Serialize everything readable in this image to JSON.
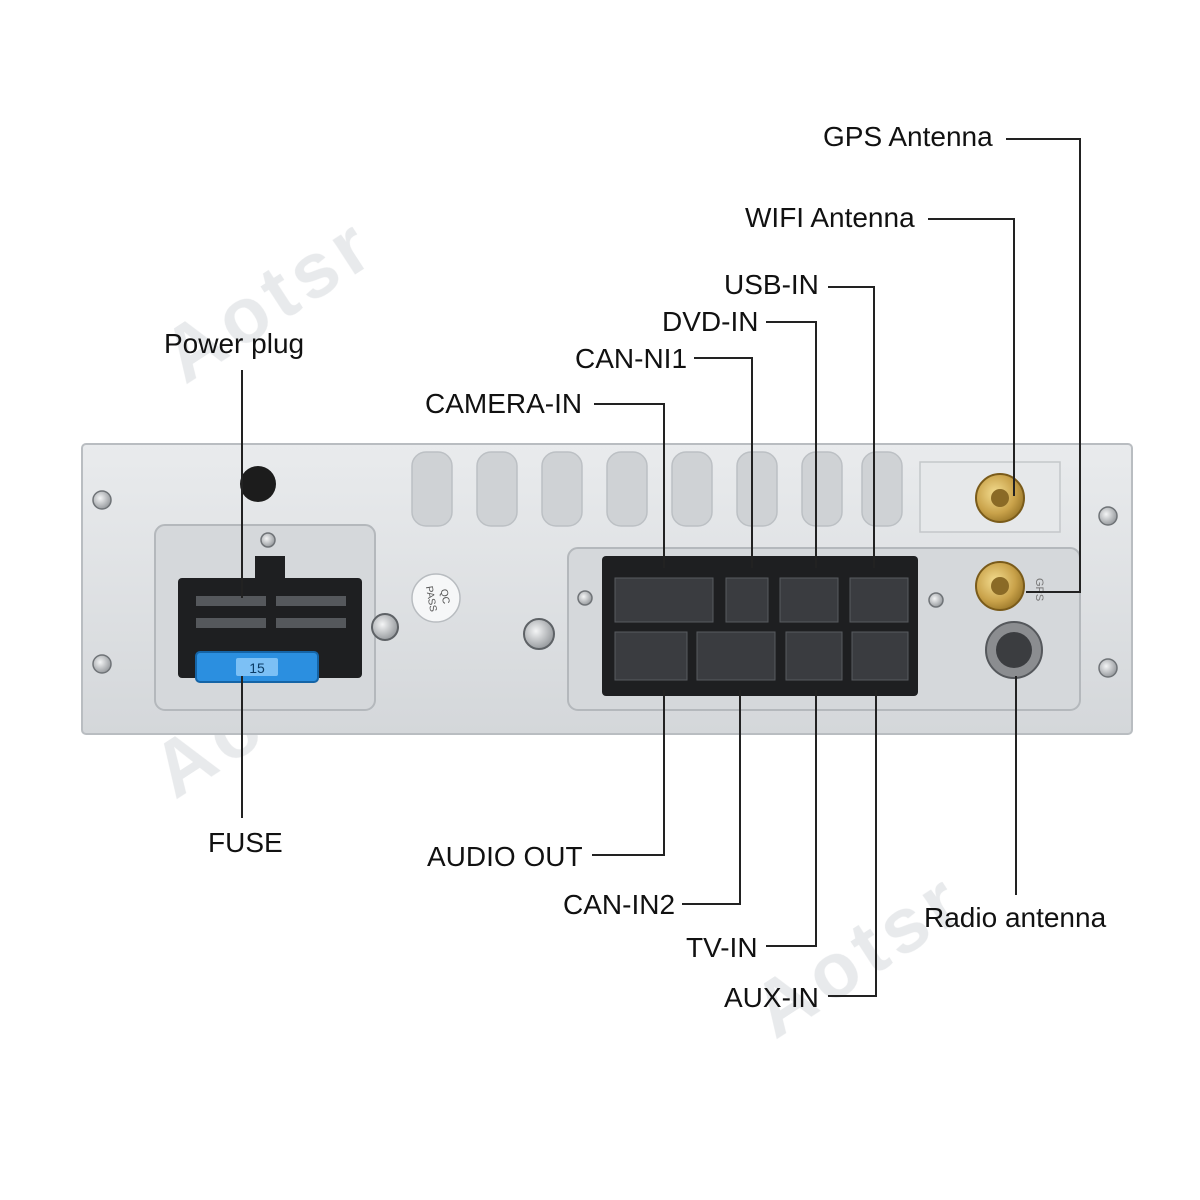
{
  "watermark": {
    "brand": "Aotsr"
  },
  "stamp": {
    "line1": "QC",
    "line2": "PASS"
  },
  "fuse": {
    "rating": "15"
  },
  "antenna_marker": {
    "text": "GPS"
  },
  "labels": {
    "gps_antenna": "GPS Antenna",
    "wifi_antenna": "WIFI Antenna",
    "usb_in": "USB-IN",
    "dvd_in": "DVD-IN",
    "can_ni1": "CAN-NI1",
    "camera_in": "CAMERA-IN",
    "power_plug": "Power plug",
    "fuse": "FUSE",
    "audio_out": "AUDIO OUT",
    "can_in2": "CAN-IN2",
    "tv_in": "TV-IN",
    "aux_in": "AUX-IN",
    "radio_antenna": "Radio antenna"
  },
  "colors": {
    "panel": "#dde0e3",
    "connector": "#1e1f21",
    "fuse": "#2b8fe0",
    "brass": "#c9a24a",
    "line": "#222222"
  }
}
